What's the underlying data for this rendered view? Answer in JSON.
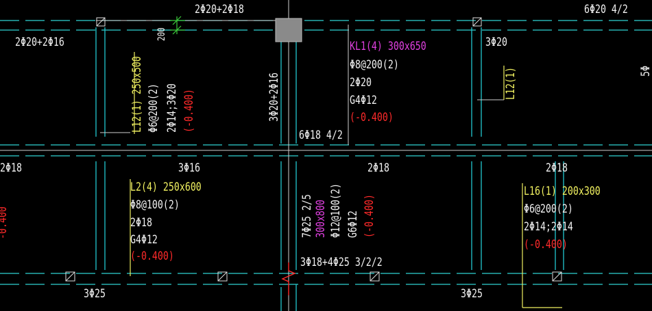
{
  "colors": {
    "background": "#000000",
    "axis_cyan": "#2fd4d4",
    "beam_cyan": "#22c8d0",
    "text_white": "#f2f2f2",
    "text_yellow": "#f0f060",
    "text_magenta": "#e040e0",
    "text_red": "#ff2a2a",
    "dim_green": "#3ccc3c",
    "column_gray": "#8a8a8a"
  },
  "labels": {
    "top_center": "2Φ20+2Φ18",
    "top_right": "6Φ20 4/2",
    "left_top": "2Φ20+2Φ16",
    "dim_200": "200",
    "vert_3phi20_2phi16": "3Φ20+2Φ16",
    "l12_left": {
      "name": "L12(1) 250x500",
      "stirrup": "Φ6@200(2)",
      "bars": "2Φ14;3Φ20",
      "elev": "(-0.400)"
    },
    "kl1": {
      "name": "KL1(4) 300x650",
      "stirrup": "Φ8@200(2)",
      "top": "2Φ20",
      "side": "G4Φ12",
      "elev": "(-0.400)"
    },
    "right_3phi20": "3Φ20",
    "l12_right": "L12(1)",
    "right_edge_cut": "5Φ",
    "mid_6phi18": "6Φ18 4/2",
    "left_2phi18": "2Φ18",
    "left_red_cut": "-0.400",
    "mid_3phi16": "3Φ16",
    "mid_2phi18": "2Φ18",
    "right_2phi18": "2Φ18",
    "l2": {
      "name": "L2(4) 250x600",
      "stirrup": "Φ8@100(2)",
      "top": "2Φ18",
      "side": "G4Φ12",
      "elev": "(-0.400)"
    },
    "vert_beam": {
      "bars": "7Φ25 2/5",
      "size": "300x800",
      "stirrup": "Φ12@100(2)",
      "side": "G6Φ12",
      "elev": "(-0.400)"
    },
    "l16": {
      "name": "L16(1) 200x300",
      "stirrup": "Φ6@200(2)",
      "bars": "2Φ14;2Φ14",
      "elev": "(-0.400)"
    },
    "bottom_mid": "3Φ18+4Φ25 3/2/2",
    "bottom_left": "3Φ25",
    "bottom_right": "3Φ25"
  }
}
